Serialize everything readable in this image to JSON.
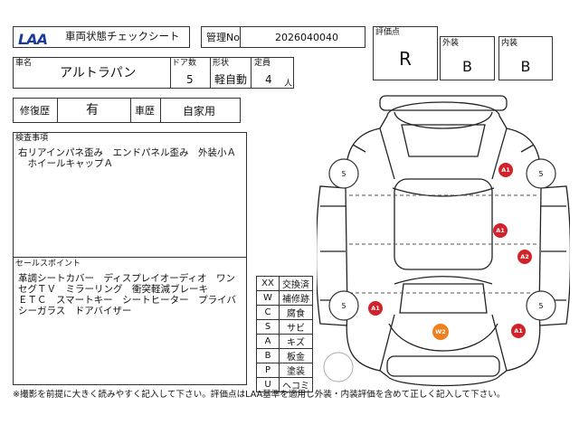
{
  "header": {
    "logo": "LAA",
    "title": "車両状態チェックシート",
    "control_label": "管理No",
    "control_no": "2026040040"
  },
  "grades": {
    "label": "評価点",
    "overall": "R",
    "exterior_label": "外装",
    "exterior": "B",
    "interior_label": "内装",
    "interior": "B"
  },
  "vehicle": {
    "name_label": "車名",
    "name": "アルトラパン",
    "doors_label": "ドア数",
    "doors": "5",
    "shape_label": "形状",
    "shape": "軽自動",
    "capacity_label": "定員",
    "capacity": "4",
    "capacity_unit": "人"
  },
  "history": {
    "repair_label": "修復歴",
    "repair": "有",
    "type_label": "車歴",
    "type": "自家用"
  },
  "inspection": {
    "label": "検査事項",
    "text": "右リアインパネ歪み　エンドパネル歪み　外装小Ａ\n　ホイールキャップＡ"
  },
  "sales": {
    "label": "セールスポイント",
    "text": "革調シートカバー　ディスプレイオーディオ　ワン\nセグＴＶ　ミラーリング　衝突軽減ブレーキ\nＥＴＣ　スマートキー　シートヒーター　プライバ\nシーガラス　ドアバイザー"
  },
  "legend": [
    {
      "code": "XX",
      "meaning": "交換済"
    },
    {
      "code": "W",
      "meaning": "補修跡"
    },
    {
      "code": "C",
      "meaning": "腐食"
    },
    {
      "code": "S",
      "meaning": "サビ"
    },
    {
      "code": "A",
      "meaning": "キズ"
    },
    {
      "code": "B",
      "meaning": "板金"
    },
    {
      "code": "P",
      "meaning": "塗装"
    },
    {
      "code": "U",
      "meaning": "ヘコミ"
    }
  ],
  "diagram_marks": [
    {
      "label": "A1",
      "color": "#d3232a"
    },
    {
      "label": "A1",
      "color": "#d3232a"
    },
    {
      "label": "A2",
      "color": "#d3232a"
    },
    {
      "label": "A1",
      "color": "#d3232a"
    },
    {
      "label": "A1",
      "color": "#d3232a"
    },
    {
      "label": "W2",
      "color": "#f07f1e"
    }
  ],
  "tire_marks": [
    "5",
    "5",
    "5",
    "5"
  ],
  "footer": "※撮影を前提に大きく読みやすく記入して下さい。評価点はLAA基準を適用し外装・内装評価を含めて正しく記入して下さい。"
}
